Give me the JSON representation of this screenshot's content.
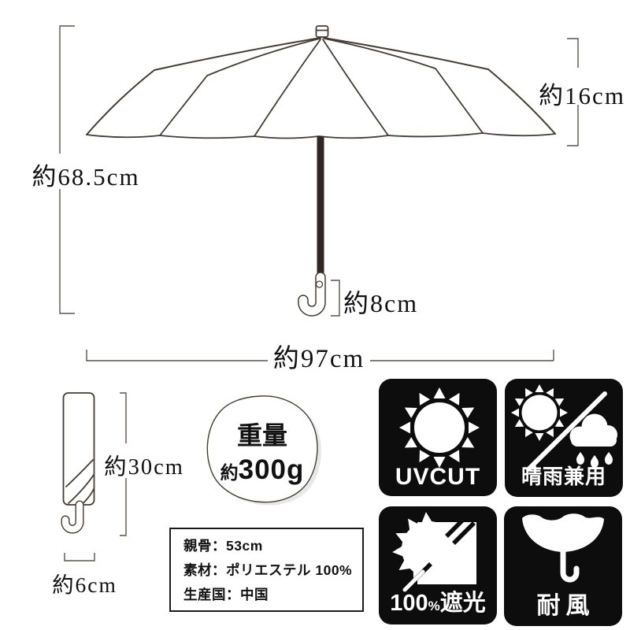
{
  "dimensions": {
    "open_height": "約68.5cm",
    "canopy_depth": "約16cm",
    "handle": "約8cm",
    "open_width": "約97cm",
    "folded_height": "約30cm",
    "folded_width": "約6cm"
  },
  "weight_badge": {
    "title": "重量",
    "approx": "約",
    "value": "300g"
  },
  "spec_box": {
    "rows": [
      "親骨：53cm",
      "素材：ポリエステル 100%",
      "生産国：中国"
    ]
  },
  "feature_badges": {
    "uv": {
      "label": "UVCUT",
      "icon": "sun-icon"
    },
    "all_weather": {
      "label": "晴雨兼用",
      "icon": "sun-slash-rain-icon"
    },
    "shading": {
      "num": "100",
      "pct": "%",
      "text": "遮光",
      "icon": "sun-blocked-icon"
    },
    "wind": {
      "label": "耐風",
      "icon": "inverted-umbrella-icon"
    }
  },
  "colors": {
    "line_art": "#453b34",
    "shaft": "#2f2723",
    "badge_bg": "#0d0d0d",
    "badge_fg": "#ffffff",
    "text": "#111111",
    "bracket": "#5c534b"
  }
}
